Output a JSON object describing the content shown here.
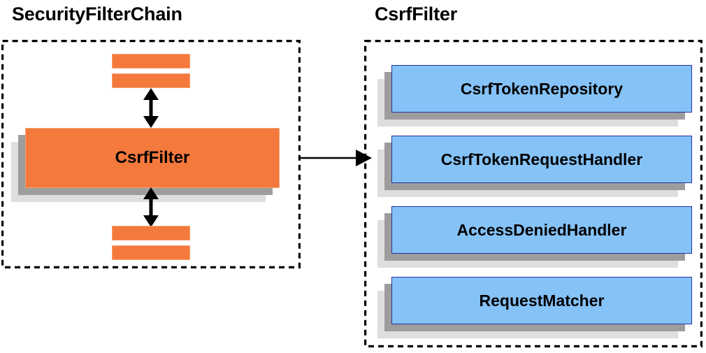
{
  "diagram": {
    "type": "architecture-block-diagram",
    "background": "#ffffff",
    "palette": {
      "orange_fill": "#f4793d",
      "orange_border": "#f8a273",
      "blue_fill": "#85c2f7",
      "blue_border": "#2233a0",
      "shadow_near": "#9d9d9d",
      "shadow_far": "#dededd",
      "stroke": "#000000"
    }
  },
  "panels": {
    "left": {
      "title": "SecurityFilterChain",
      "border_style": "dashed",
      "nodes": {
        "top_bar_1": "",
        "top_bar_2": "",
        "center": "CsrfFilter",
        "bottom_bar_1": "",
        "bottom_bar_2": ""
      },
      "arrows": {
        "top": "double-headed-vertical",
        "bottom": "double-headed-vertical"
      }
    },
    "right": {
      "title": "CsrfFilter",
      "border_style": "dashed",
      "items": [
        {
          "label": "CsrfTokenRepository"
        },
        {
          "label": "CsrfTokenRequestHandler"
        },
        {
          "label": "AccessDeniedHandler"
        },
        {
          "label": "RequestMatcher"
        }
      ]
    }
  },
  "connector": {
    "kind": "single-headed-horizontal-arrow",
    "from": "left-panel",
    "to": "right-panel"
  }
}
